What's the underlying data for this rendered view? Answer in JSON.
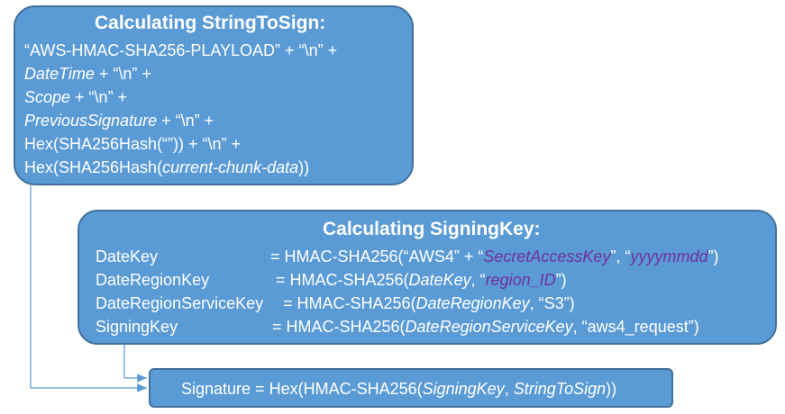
{
  "string_to_sign": {
    "title": "Calculating StringToSign:",
    "line1": "“AWS-HMAC-SHA256-PLAYLOAD” + “\\n” +",
    "line2_var": "DateTime",
    "line2_rest": " + “\\n” +",
    "line3_var": "Scope",
    "line3_rest": " + “\\n” +",
    "line4_var": "PreviousSignature",
    "line4_rest": " + “\\n” +",
    "line5": "Hex(SHA256Hash(“”)) + “\\n” +",
    "line6_pre": "Hex(SHA256Hash(",
    "line6_var": "current-chunk-data",
    "line6_post": "))"
  },
  "signing_key": {
    "title": "Calculating SigningKey:",
    "rows": [
      {
        "name": "DateKey",
        "expr_pre": "= HMAC-SHA256(“AWS4” + “",
        "arg1": "SecretAccessKey",
        "mid": "”, “",
        "arg2": "yyyymmdd",
        "post": "”)"
      },
      {
        "name": "DateRegionKey",
        "expr_pre": "= HMAC-SHA256(",
        "arg1": "DateKey",
        "mid": ", “",
        "arg2": "region_ID",
        "post": "”)"
      },
      {
        "name": "DateRegionServiceKey",
        "expr_pre": "= HMAC-SHA256(",
        "arg1": "DateRegionKey",
        "post": ", “S3”)"
      },
      {
        "name": "SigningKey",
        "expr_pre": "= HMAC-SHA256(",
        "arg1": "DateRegionServiceKey",
        "post": ", “aws4_request”)"
      }
    ]
  },
  "signature": {
    "pre": "Signature = Hex(HMAC-SHA256(",
    "arg1": "SigningKey",
    "sep": ", ",
    "arg2": "StringToSign",
    "post": "))"
  },
  "colors": {
    "box_fill": "#5b9bd5",
    "box_border": "#41719c",
    "highlight_text": "#7030a0"
  }
}
